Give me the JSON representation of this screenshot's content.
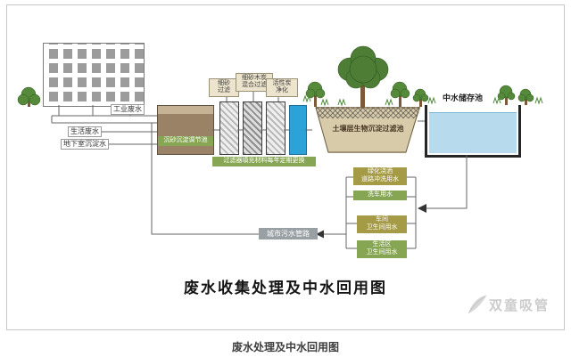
{
  "caption": "废水处理及中水回用图",
  "diagram": {
    "title": "废水收集处理及中水回用图",
    "watermark": "双童吸管",
    "sources": {
      "industrial": "工业废水",
      "domestic": "生活废水",
      "basement": "地下室沉淀水"
    },
    "treatment": {
      "sedimentation_tank": "沉砂沉淀调节池",
      "filters": [
        {
          "l1": "细砂",
          "l2": "过滤"
        },
        {
          "l1": "细砂木炭",
          "l2": "混合过滤"
        },
        {
          "l1": "活性炭",
          "l2": "净化"
        }
      ],
      "filter_note": "过滤器填充材料每年定期更换"
    },
    "bio_pond": "土壤层生物沉淀过滤池",
    "storage_pool": "中水储存池",
    "city_pipe": "城市污水管路",
    "uses": [
      {
        "line1": "绿化浇洒",
        "line2": "道路冲洗用水"
      },
      {
        "line1": "洗车用水",
        "line2": ""
      },
      {
        "line1": "车间",
        "line2": "卫生间用水"
      },
      {
        "line1": "生活区",
        "line2": "卫生间用水"
      }
    ],
    "colors": {
      "tag_green": "#87a653",
      "tag_khaki": "#a59a45",
      "tag_gray": "#98a0a4",
      "clean_water_blue": "#2ba3d8",
      "storage_water": "#b7dbec",
      "sedimentation_brown": "#9a8266",
      "pond_tan": "#d8cbaa",
      "tree_green": "#4e7d35"
    }
  }
}
